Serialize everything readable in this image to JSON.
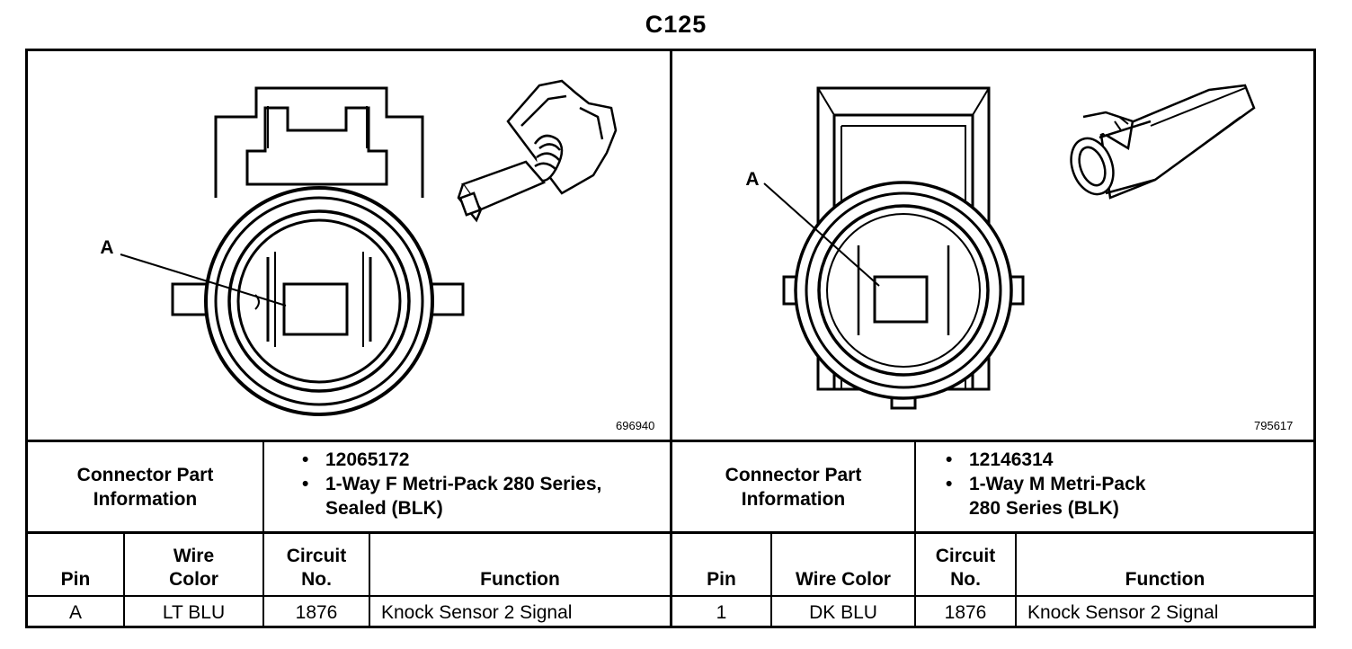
{
  "title": "C125",
  "left_view": {
    "pin_callout": "A",
    "figure_number": "696940"
  },
  "right_view": {
    "pin_callout": "A",
    "figure_number": "795617"
  },
  "left_connector": {
    "info_label_line1": "Connector Part",
    "info_label_line2": "Information",
    "bullet_char": "•",
    "part_number": "12065172",
    "description_line1": "1-Way F Metri-Pack 280 Series,",
    "description_line2": "Sealed (BLK)",
    "headers": {
      "pin": "Pin",
      "wire_color_line1": "Wire",
      "wire_color_line2": "Color",
      "circuit_line1": "Circuit",
      "circuit_line2": "No.",
      "function": "Function"
    },
    "rows": [
      {
        "pin": "A",
        "wire_color": "LT BLU",
        "circuit": "1876",
        "function": "Knock Sensor 2 Signal"
      }
    ]
  },
  "right_connector": {
    "info_label_line1": "Connector Part",
    "info_label_line2": "Information",
    "bullet_char": "•",
    "part_number": "12146314",
    "description_line1": "1-Way M Metri-Pack",
    "description_line2": "280 Series (BLK)",
    "headers": {
      "pin": "Pin",
      "wire_color": "Wire Color",
      "circuit_line1": "Circuit",
      "circuit_line2": "No.",
      "function": "Function"
    },
    "rows": [
      {
        "pin": "1",
        "wire_color": "DK BLU",
        "circuit": "1876",
        "function": "Knock Sensor 2 Signal"
      }
    ]
  }
}
